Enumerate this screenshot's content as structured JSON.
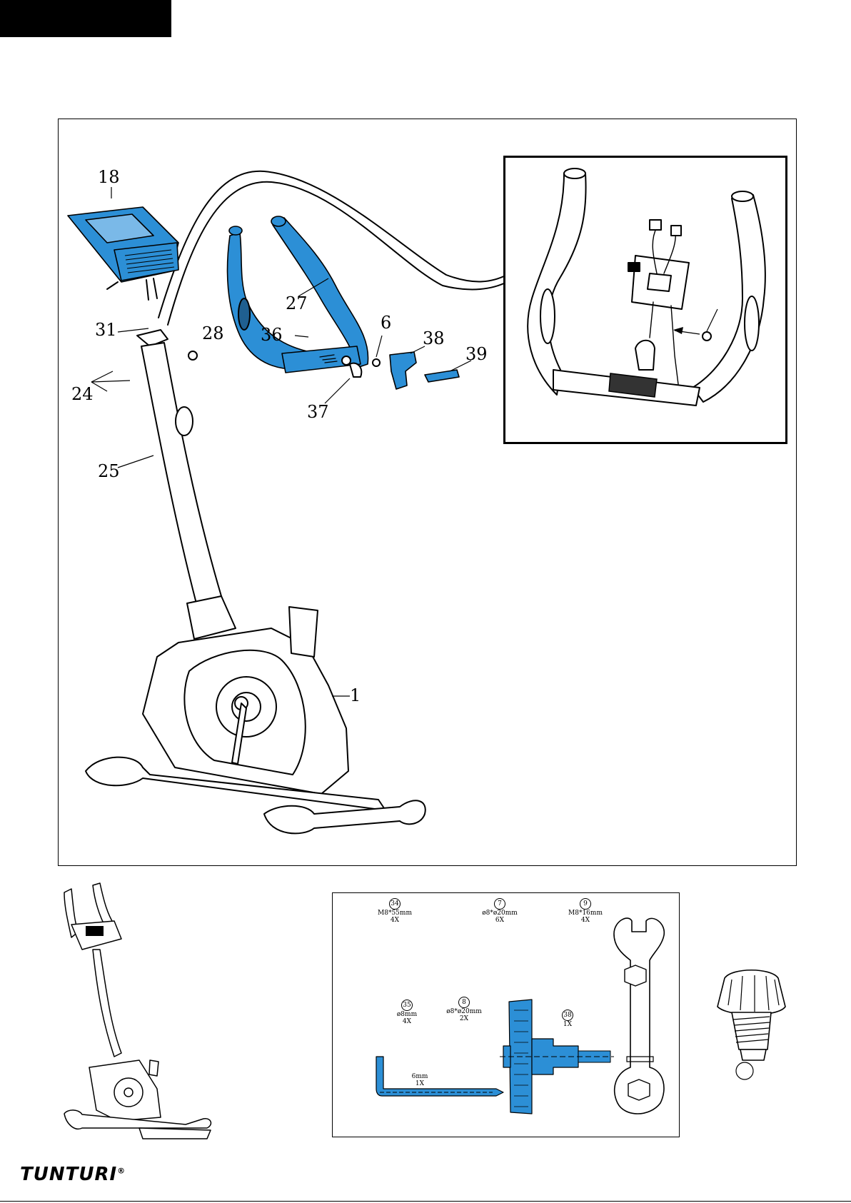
{
  "colors": {
    "highlight": "#2c8fd6",
    "ink": "#000000",
    "paper": "#ffffff"
  },
  "callouts": {
    "c18": "18",
    "c27": "27",
    "c31": "31",
    "c28": "28",
    "c36": "36",
    "c6": "6",
    "c38": "38",
    "c39": "39",
    "c24": "24",
    "c37": "37",
    "c25": "25",
    "c1": "1"
  },
  "hardware": [
    {
      "num": "34",
      "spec": "M8*55mm",
      "qty": "4X"
    },
    {
      "num": "7",
      "spec": "ø8*ø20mm",
      "qty": "6X"
    },
    {
      "num": "9",
      "spec": "M8*16mm",
      "qty": "4X"
    },
    {
      "num": "35",
      "spec": "ø8mm",
      "qty": "4X"
    },
    {
      "num": "8",
      "spec": "ø8*ø20mm",
      "qty": "2X"
    },
    {
      "num": "38",
      "spec": "",
      "qty": "1X"
    },
    {
      "num": "",
      "spec": "6mm",
      "qty": "1X"
    }
  ],
  "logo": {
    "text": "TUNTURI",
    "mark": "®"
  }
}
